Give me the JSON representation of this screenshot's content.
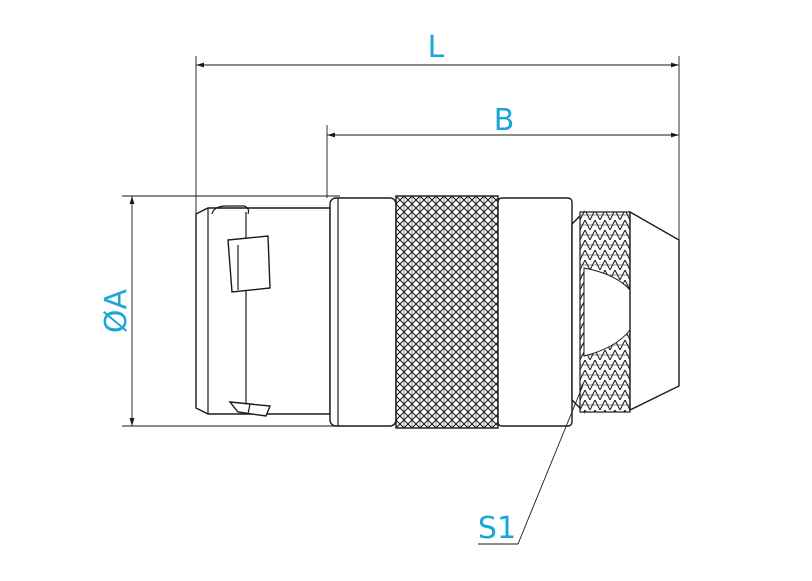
{
  "labels": {
    "overall_length": "L",
    "body_length": "B",
    "diameter": "ØA",
    "thread": "S1"
  },
  "colors": {
    "dimension_text": "#1aa6d6",
    "line": "#1a1a1a"
  }
}
